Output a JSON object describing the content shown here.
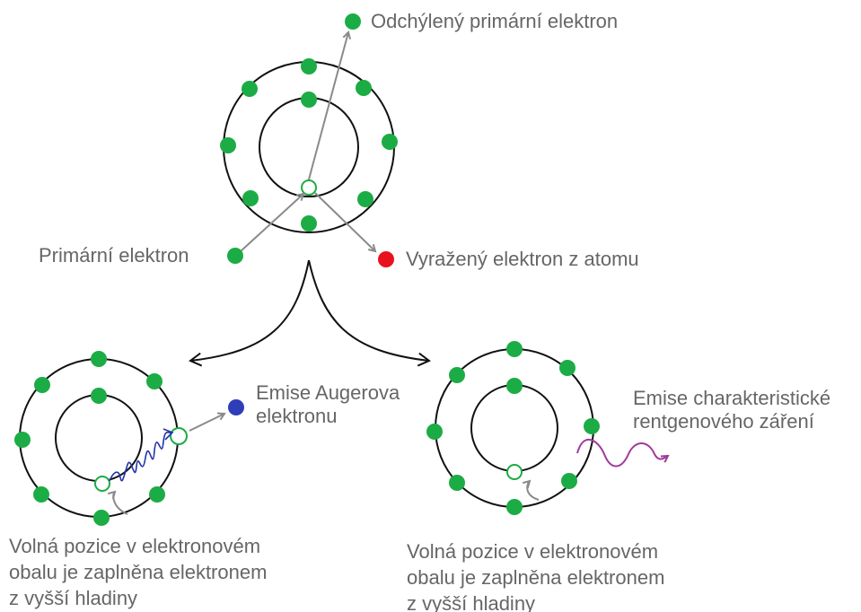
{
  "colors": {
    "electron": "#1cac45",
    "vacancy_stroke": "#1cac45",
    "ejected_electron": "#e8121e",
    "auger_electron": "#2e3eb8",
    "auger_wave": "#2233aa",
    "xray_wave": "#a03a9a",
    "label_text": "#666666",
    "orbit": "#111111"
  },
  "labels": {
    "deflected_primary": "Odchýlený primární elektron",
    "primary": "Primární elektron",
    "ejected": "Vyražený elektron z atomu",
    "auger_line1": "Emise Augerova",
    "auger_line2": "elektronu",
    "xray_line1": "Emise charakteristické",
    "xray_line2": "rentgenového záření",
    "vacancy_left_line1": "Volná pozice v elektronovém",
    "vacancy_left_line2": "obalu je zaplněna elektronem",
    "vacancy_left_line3": "z vyšší hladiny",
    "vacancy_right_line1": "Volná pozice v elektronovém",
    "vacancy_right_line2": "obalu je zaplněna elektronem",
    "vacancy_right_line3": "z vyšší hladiny"
  }
}
